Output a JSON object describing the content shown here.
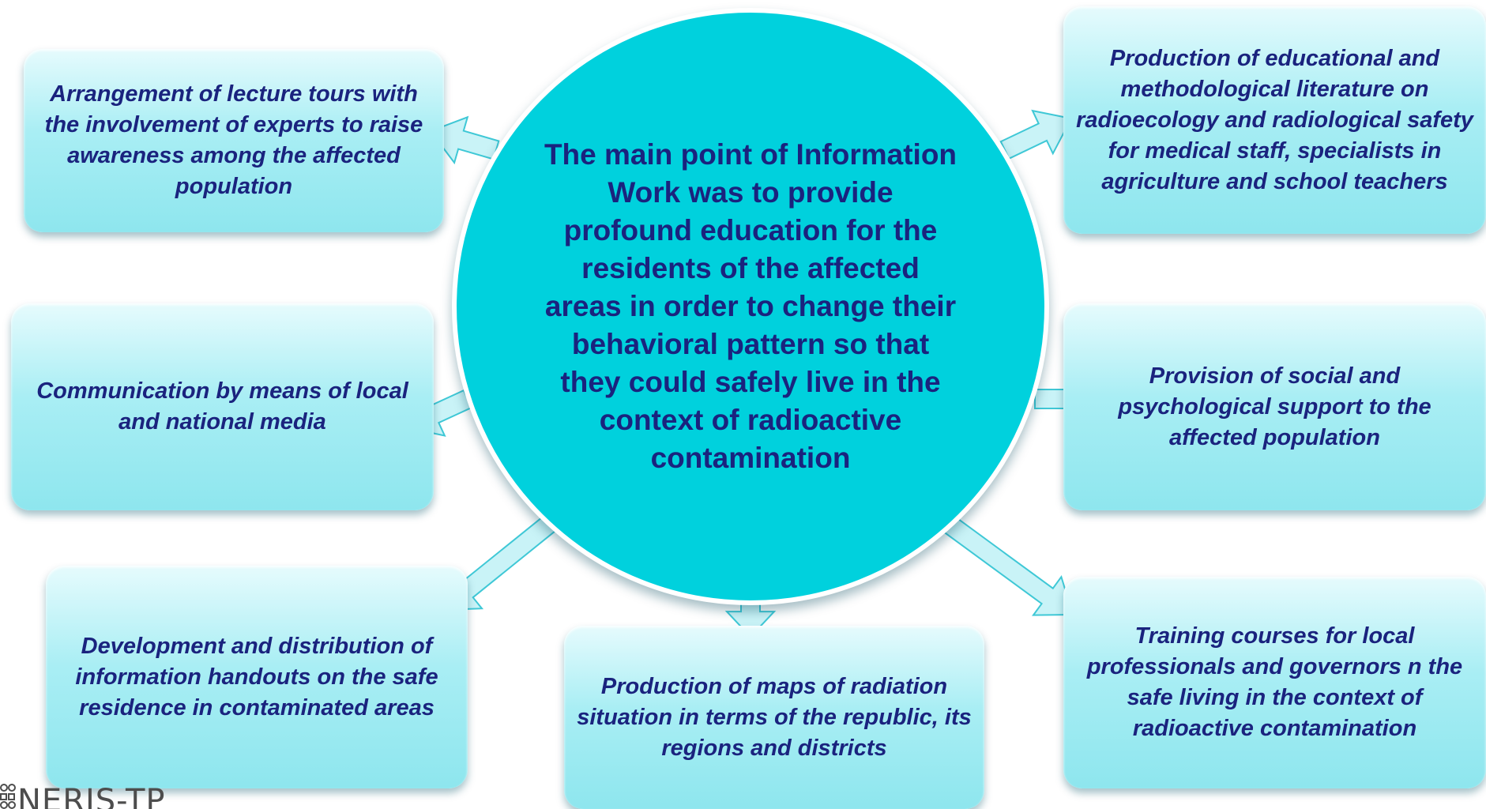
{
  "center_text": "The main point of Information Work was to provide profound education for the residents of the affected areas in order to change their behavioral pattern so that they could safely live in the context of radioactive contamination",
  "boxes": {
    "lecture_tours": "Arrangement of lecture tours with the involvement of experts to raise awareness among the affected population",
    "literature": "Production of educational and methodological literature on radioecology and radiological safety for medical staff, specialists in agriculture and school teachers",
    "media": "Communication by means of local and national media",
    "support": "Provision of social and psychological support  to the affected population",
    "handouts": "Development and distribution of information handouts on the safe residence in contaminated areas",
    "maps": "Production of maps of radiation situation in terms of the republic, its regions and districts",
    "training": "Training courses for local professionals and governors n the safe living in the context of radioactive contamination"
  },
  "logo_text": "NERIS-TP",
  "colors": {
    "circle": "#00d1dd",
    "box_light": "#e6fbfd",
    "box_dark": "#8ee6ee",
    "text": "#1a237e",
    "arrow_fill": "#c9f3f7",
    "arrow_stroke": "#3fc8d6"
  }
}
